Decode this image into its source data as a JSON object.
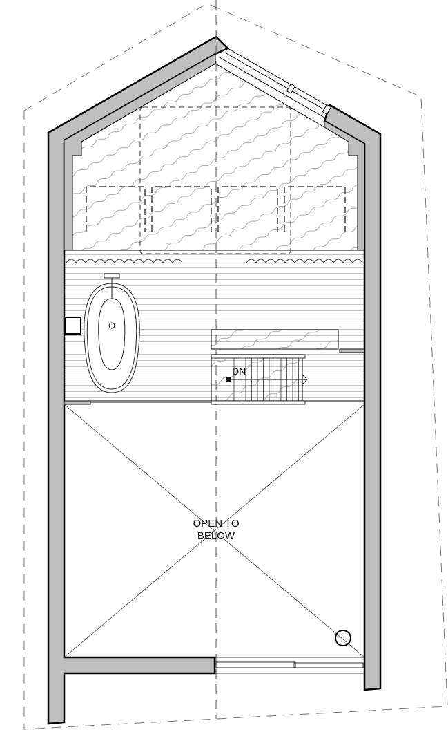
{
  "plan": {
    "labels": {
      "stair_direction": "DN",
      "open_line1": "OPEN TO",
      "open_line2": "BELOW"
    },
    "colors": {
      "wall_fill": "#bfbfbf",
      "line": "#000000",
      "hatch": "#9a9a9a"
    }
  }
}
